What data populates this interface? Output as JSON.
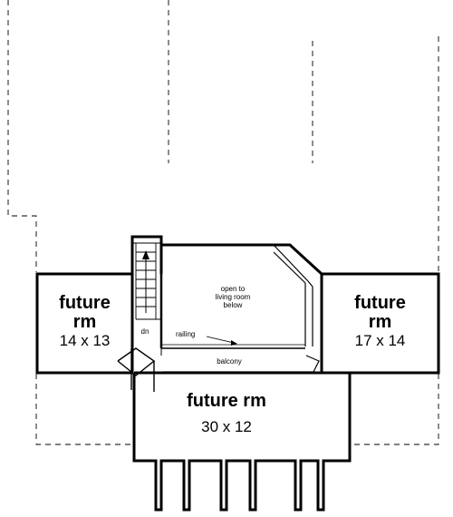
{
  "rooms": [
    {
      "name_line1": "future",
      "name_line2": "rm",
      "dimensions": "14 x 13"
    },
    {
      "name_line1": "future",
      "name_line2": "rm",
      "dimensions": "17 x 14"
    },
    {
      "name": "future rm",
      "dimensions": "30 x 12"
    }
  ],
  "notes": {
    "open_to": [
      "open to",
      "living room",
      "below"
    ],
    "railing": "railing",
    "balcony": "balcony",
    "down": "dn"
  }
}
